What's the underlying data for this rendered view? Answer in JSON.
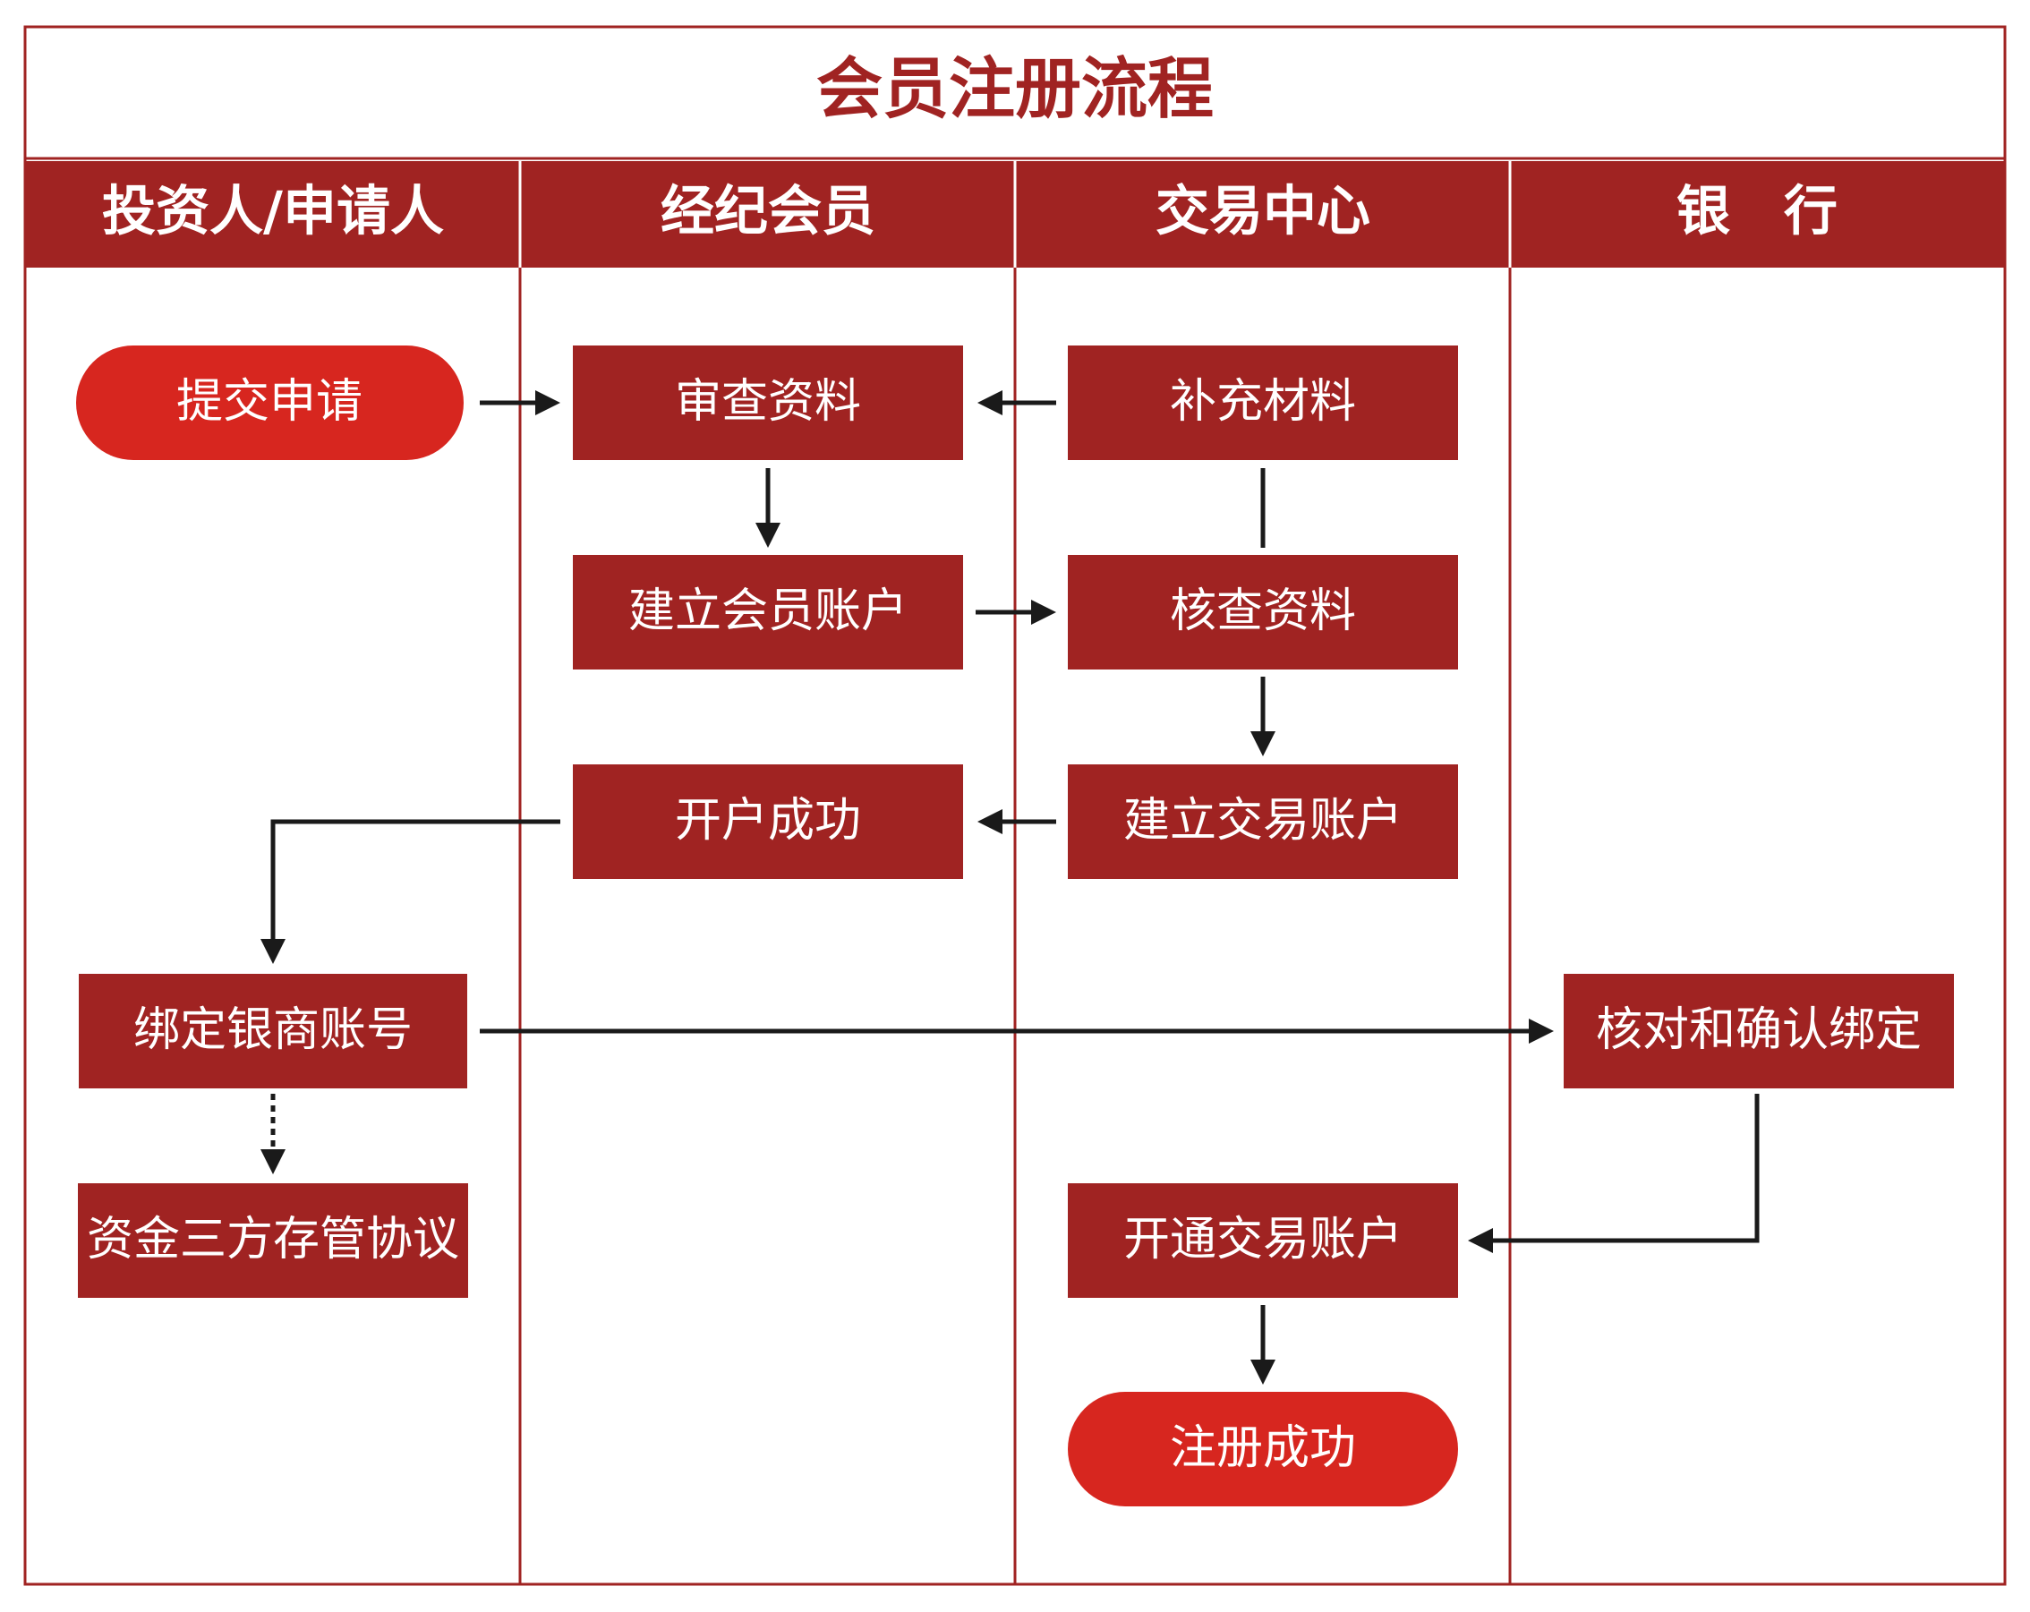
{
  "title": "会员注册流程",
  "lanes": [
    {
      "id": "investor",
      "label": "投资人/申请人"
    },
    {
      "id": "broker",
      "label": "经纪会员"
    },
    {
      "id": "exchange",
      "label": "交易中心"
    },
    {
      "id": "bank",
      "label": "银　行"
    }
  ],
  "nodes": {
    "submit": "提交申请",
    "review": "审查资料",
    "supplement": "补充材料",
    "create_member_account": "建立会员账户",
    "verify": "核查资料",
    "open_success": "开户成功",
    "create_trade_account": "建立交易账户",
    "bind_bank": "绑定银商账号",
    "bank_confirm": "核对和确认绑定",
    "custody_agreement": "资金三方存管协议",
    "activate_trade_account": "开通交易账户",
    "register_success": "注册成功"
  },
  "edges": [
    {
      "from": "submit",
      "to": "review"
    },
    {
      "from": "supplement",
      "to": "review"
    },
    {
      "from": "review",
      "to": "create_member_account"
    },
    {
      "from": "supplement",
      "to": "verify",
      "arrow": false
    },
    {
      "from": "create_member_account",
      "to": "verify"
    },
    {
      "from": "verify",
      "to": "create_trade_account"
    },
    {
      "from": "create_trade_account",
      "to": "open_success"
    },
    {
      "from": "open_success",
      "to": "bind_bank"
    },
    {
      "from": "bind_bank",
      "to": "bank_confirm"
    },
    {
      "from": "bind_bank",
      "to": "custody_agreement",
      "style": "dotted"
    },
    {
      "from": "bank_confirm",
      "to": "activate_trade_account"
    },
    {
      "from": "activate_trade_account",
      "to": "register_success"
    }
  ],
  "colors": {
    "primary": "#a02322",
    "terminal": "#d7261f",
    "edge": "#1a1a1a",
    "background": "#ffffff"
  }
}
